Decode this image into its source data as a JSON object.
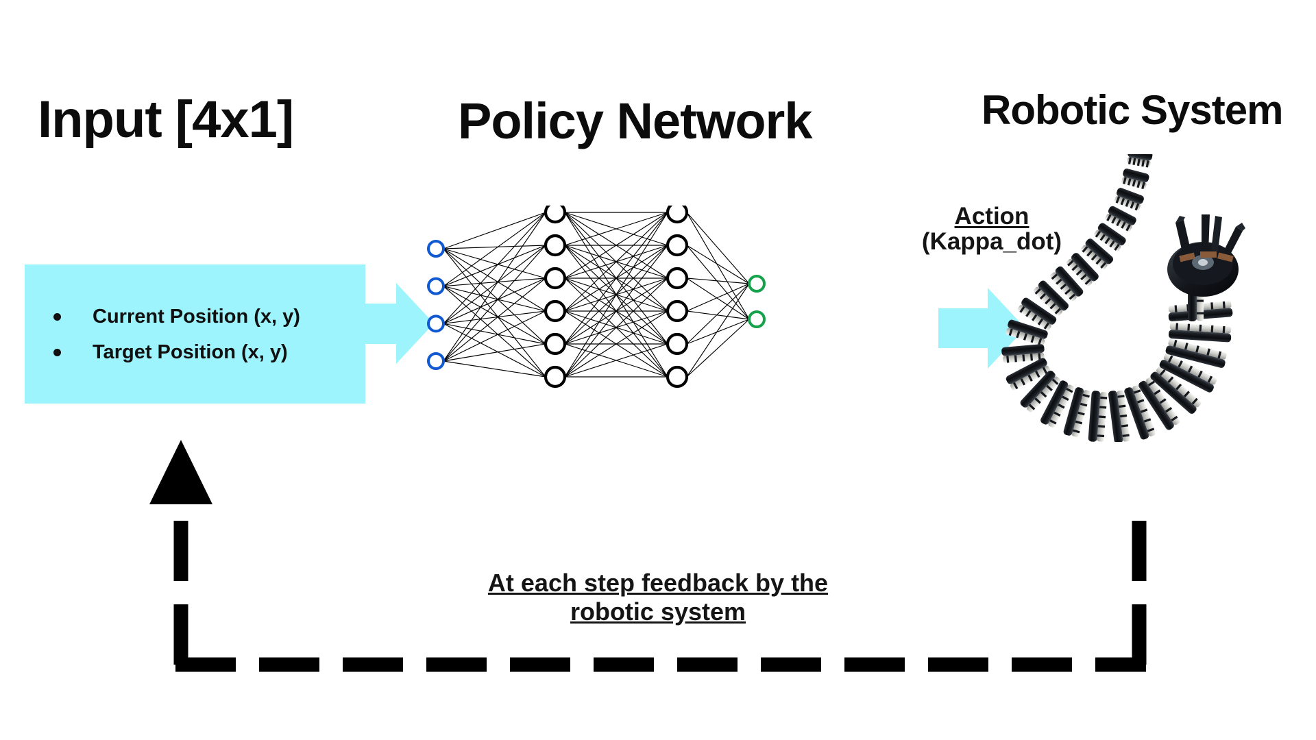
{
  "page": {
    "background": "#ffffff",
    "accent_cyan": "#9ef4fd",
    "input_node_color": "#1059d0",
    "hidden_node_color": "#000000",
    "output_node_color": "#15a24a",
    "text_color": "#111111"
  },
  "headings": {
    "input": "Input [4x1]",
    "policy": "Policy Network",
    "robot": "Robotic System"
  },
  "input_block": {
    "items": [
      "Current Position (x, y)",
      "Target Position (x, y)"
    ]
  },
  "action_label": {
    "line1": "Action",
    "line2": "(Kappa_dot)"
  },
  "feedback": {
    "line1": "At each step feedback by the",
    "line2": "robotic system"
  },
  "network": {
    "layers": [
      {
        "name": "input",
        "count": 4,
        "color": "#1059d0"
      },
      {
        "name": "hidden-1",
        "count": 6,
        "color": "#000000"
      },
      {
        "name": "hidden-2",
        "count": 6,
        "color": "#000000"
      },
      {
        "name": "output",
        "count": 2,
        "color": "#15a24a"
      }
    ]
  },
  "icons": {
    "arrow_input": "right-arrow-icon",
    "arrow_output": "right-arrow-icon",
    "feedback_arrow": "up-arrow-icon",
    "robot": "continuum-robot-arm-image"
  }
}
